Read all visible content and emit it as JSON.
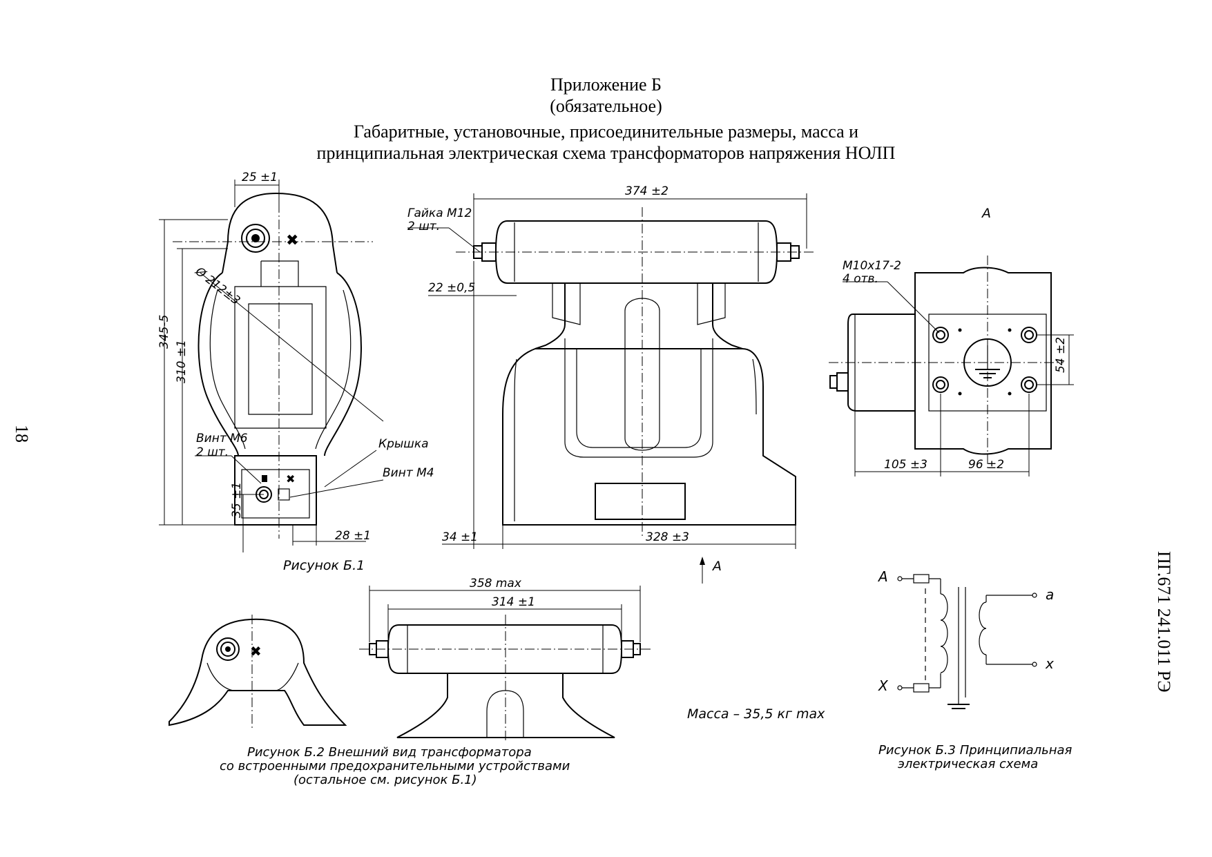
{
  "header": {
    "appendix_title": "Приложение Б",
    "appendix_status": "(обязательное)",
    "caption_line1": "Габаритные, установочные, присоединительные размеры, масса и",
    "caption_line2": "принципиальная электрическая схема трансформаторов напряжения НОЛП"
  },
  "page_number": "18",
  "doc_code": "ПГ.671 241.011 РЭ",
  "figure_b1": {
    "dim_width_top": "25 ±1",
    "dim_diameter": "Ø 212±3",
    "dim_height_total": "345-5",
    "dim_height_body": "310 ±1",
    "dim_height_bottom": "35 ±1",
    "dim_width_bottom": "28 ±1",
    "label_screw_m6": "Винт М6",
    "label_screw_m6_qty": "2 шт.",
    "label_cover": "Крышка",
    "label_screw_m4": "Винт М4",
    "caption": "Рисунок Б.1"
  },
  "side_view": {
    "dim_length_top": "374 ±2",
    "label_nut": "Гайка М12",
    "label_nut_qty": "2 шт.",
    "dim_offset": "22 ±0,5",
    "dim_left": "34 ±1",
    "dim_base": "328 ±3",
    "view_marker": "А"
  },
  "view_a": {
    "title": "А",
    "label_holes": "М10х17-2",
    "label_holes_qty": "4 отв.",
    "dim_spacing_v": "54 ±2",
    "dim_left": "105 ±3",
    "dim_right": "96 ±2"
  },
  "figure_b2": {
    "dim_max": "358 max",
    "dim_length": "314 ±1",
    "caption_line1": "Рисунок Б.2 Внешний вид трансформатора",
    "caption_line2": "со встроенными предохранительными устройствами",
    "caption_line3": "(остальное см. рисунок Б.1)"
  },
  "mass": "Масса – 35,5 кг max",
  "figure_b3": {
    "terminal_A": "А",
    "terminal_X": "Х",
    "terminal_a": "а",
    "terminal_x": "х",
    "caption_line1": "Рисунок Б.3 Принципиальная",
    "caption_line2": "электрическая схема"
  }
}
